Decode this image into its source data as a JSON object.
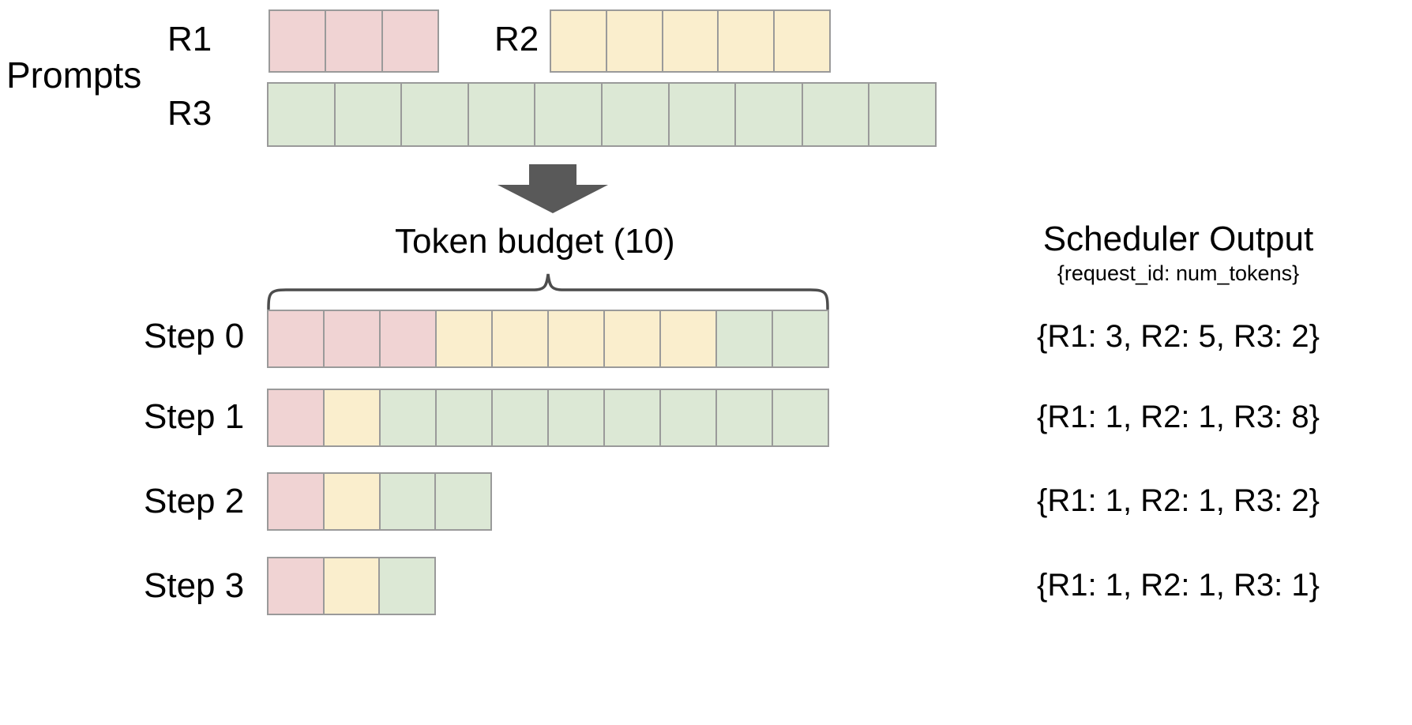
{
  "diagram": {
    "prompts_label": "Prompts",
    "budget_label": "Token  budget (10)",
    "scheduler_title": "Scheduler Output",
    "scheduler_subtitle": "{request_id: num_tokens}"
  },
  "colors": {
    "r1": "#f0d3d3",
    "r2": "#faeecd",
    "r3": "#dce8d5",
    "cell_border": "#9a9a9a",
    "arrow": "#595959",
    "brace": "#4d4d4d",
    "text": "#000000",
    "background": "#ffffff"
  },
  "prompts": [
    {
      "id": "R1",
      "label": "R1",
      "tokens": 3,
      "color_key": "r1"
    },
    {
      "id": "R2",
      "label": "R2",
      "tokens": 5,
      "color_key": "r2"
    },
    {
      "id": "R3",
      "label": "R3",
      "tokens": 10,
      "color_key": "r3"
    }
  ],
  "token_budget": 10,
  "steps": [
    {
      "label": "Step 0",
      "output": "{R1: 3, R2: 5, R3: 2}",
      "allocation": [
        {
          "request": "R1",
          "count": 3
        },
        {
          "request": "R2",
          "count": 5
        },
        {
          "request": "R3",
          "count": 2
        }
      ]
    },
    {
      "label": "Step 1",
      "output": "{R1: 1, R2: 1, R3: 8}",
      "allocation": [
        {
          "request": "R1",
          "count": 1
        },
        {
          "request": "R2",
          "count": 1
        },
        {
          "request": "R3",
          "count": 8
        }
      ]
    },
    {
      "label": "Step 2",
      "output": "{R1: 1, R2: 1, R3: 2}",
      "allocation": [
        {
          "request": "R1",
          "count": 1
        },
        {
          "request": "R2",
          "count": 1
        },
        {
          "request": "R3",
          "count": 2
        }
      ]
    },
    {
      "label": "Step 3",
      "output": "{R1: 1, R2: 1, R3: 1}",
      "allocation": [
        {
          "request": "R1",
          "count": 1
        },
        {
          "request": "R2",
          "count": 1
        },
        {
          "request": "R3",
          "count": 1
        }
      ]
    }
  ]
}
